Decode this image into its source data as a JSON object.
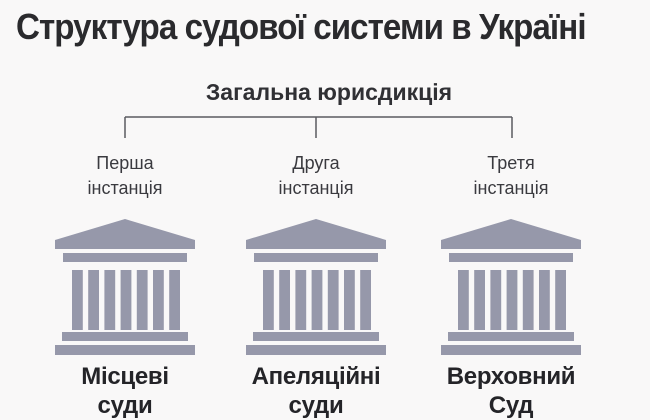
{
  "title": "Структура судової системи в Україні",
  "subtitle": "Загальна юрисдикція",
  "columns": [
    {
      "instance_line1": "Перша",
      "instance_line2": "інстанція",
      "court_line1": "Місцеві",
      "court_line2": "суди",
      "icon": "courthouse-icon"
    },
    {
      "instance_line1": "Друга",
      "instance_line2": "інстанція",
      "court_line1": "Апеляційні",
      "court_line2": "суди",
      "icon": "courthouse-icon"
    },
    {
      "instance_line1": "Третя",
      "instance_line2": "інстанція",
      "court_line1": "Верховний",
      "court_line2": "Суд",
      "icon": "courthouse-icon"
    }
  ],
  "colors": {
    "background": "#f9f8f8",
    "title_text": "#2a2a2d",
    "subtitle_text": "#303034",
    "body_text": "#3a3a3f",
    "court_text": "#242428",
    "building": "#9698aa",
    "connector_line": "#5b5b60"
  }
}
